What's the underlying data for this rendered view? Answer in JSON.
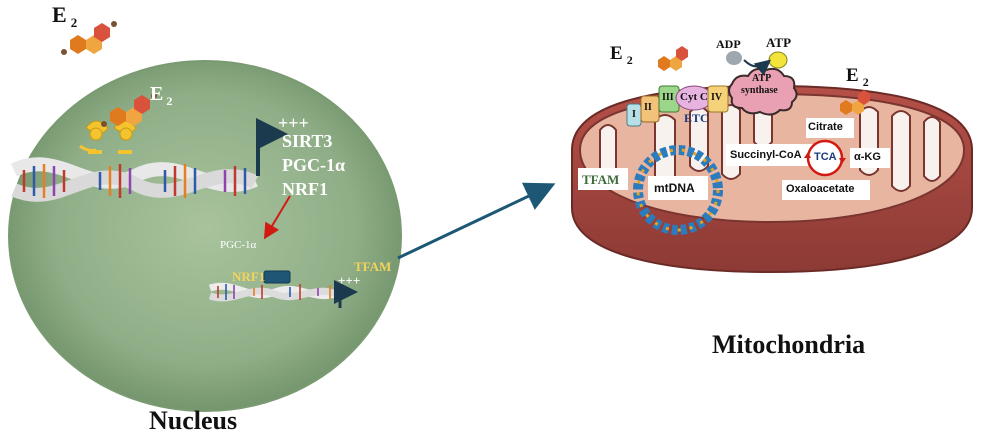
{
  "nucleus": {
    "title": "Nucleus",
    "e2_outer": "E",
    "e2_outer_sub": "2",
    "e2_inner": "E",
    "e2_inner_sub": "2",
    "plus_signs": "+++",
    "genes": [
      "SIRT3",
      "PGC-1α",
      "NRF1"
    ],
    "pgc_label": "PGC-1α",
    "nrf1_label": "NRF1",
    "tfam_label": "TFAM",
    "tfam_plus": "+++"
  },
  "mitochondria": {
    "title": "Mitochondria",
    "e2_left": "E",
    "e2_left_sub": "2",
    "e2_right": "E",
    "e2_right_sub": "2",
    "adp": "ADP",
    "atp": "ATP",
    "complexes": [
      "I",
      "II",
      "III",
      "Cyt C",
      "IV"
    ],
    "atp_synthase": [
      "ATP",
      "synthase"
    ],
    "etc": "ETC",
    "tfam": "TFAM",
    "mtdna": "mtDNA",
    "tca": "TCA",
    "citrate": "Citrate",
    "succinyl": "Succinyl-CoA",
    "akg": "α-KG",
    "oxaloacetate": "Oxaloacetate"
  },
  "colors": {
    "nucleus_fill": "#8fae87",
    "mito_outer": "#a5463f",
    "mito_inner": "#e8b5a0",
    "arrow_blue": "#1c5875",
    "tfam_green": "#3d6b3a",
    "red_arrow": "#d21a12",
    "gene_text": "#ffffff",
    "yellow_text": "#f3d35c"
  }
}
